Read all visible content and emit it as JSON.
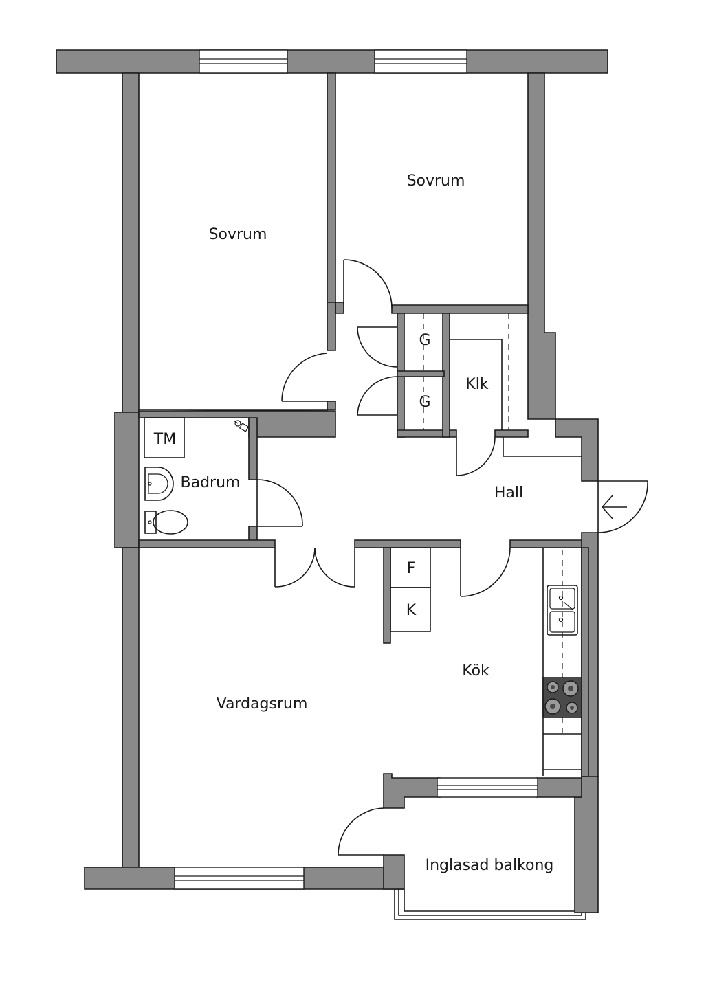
{
  "rooms": {
    "sovrum_left": "Sovrum",
    "sovrum_right": "Sovrum",
    "closet_top": "G",
    "closet_bottom": "G",
    "klk": "Klk",
    "tm": "TM",
    "badrum": "Badrum",
    "hall": "Hall",
    "fridge": "F",
    "freezer": "K",
    "kok": "Kök",
    "vardagsrum": "Vardagsrum",
    "balkong": "Inglasad balkong"
  },
  "colors": {
    "wall": "#8a8a8a",
    "line": "#1a1a1a",
    "background": "#ffffff"
  },
  "icons": [
    "entrance-arrow-icon",
    "sink-icon",
    "stove-icon",
    "toilet-icon",
    "washbasin-icon",
    "shower-icon"
  ]
}
